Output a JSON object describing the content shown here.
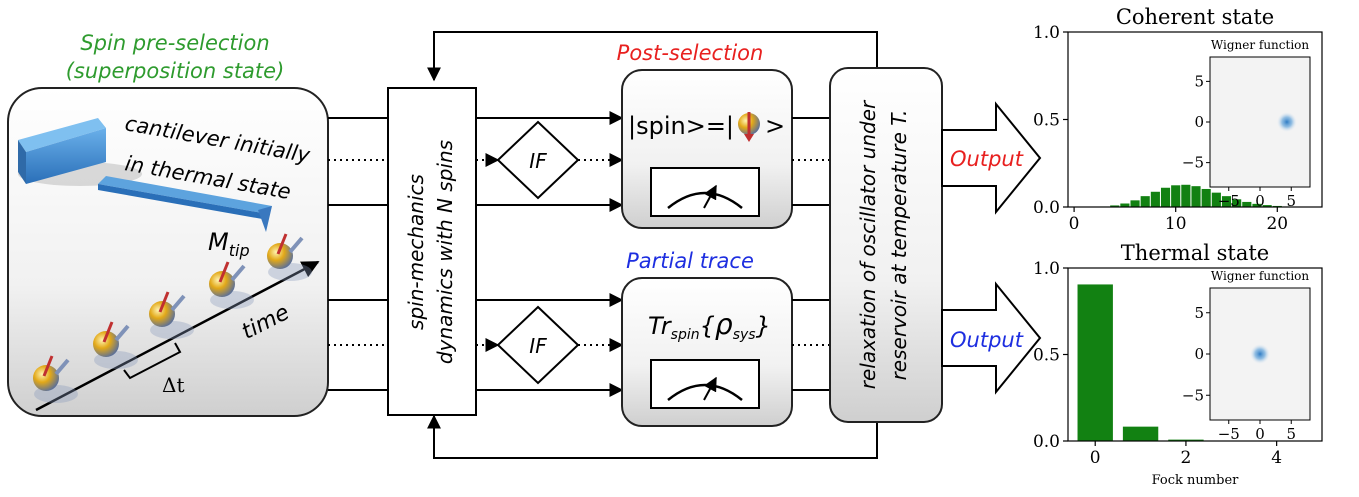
{
  "preselection": {
    "label_line1": "Spin pre-selection",
    "label_line2": "(superposition state)",
    "color": "#2e9b2e"
  },
  "cantilever_box": {
    "text_line1": "cantilever initially",
    "text_line2": "in thermal state",
    "tip_label_main": "M",
    "tip_label_sub": "tip",
    "time_label": "time",
    "dt_label": "Δt"
  },
  "dynamics_box": {
    "line1": "spin-mechanics",
    "line2": "dynamics with N spins"
  },
  "if_label": "IF",
  "post_selection": {
    "title": "Post-selection",
    "title_color": "#e8201f",
    "ket_left": "|spin>=|",
    "ket_right": ">"
  },
  "partial_trace": {
    "title": "Partial trace",
    "title_color": "#1d2ee0",
    "tr_main": "Tr",
    "tr_sub": "spin",
    "tr_brace_open": "{",
    "tr_rho": "ρ",
    "tr_rho_sub": "sys",
    "tr_brace_close": "}"
  },
  "relaxation_box": {
    "line1": "relaxation of oscillator under",
    "line2": "reservoir at temperature",
    "line2_var": "T."
  },
  "outputs": {
    "top_label": "Output",
    "top_color": "#e8201f",
    "bottom_label": "Output",
    "bottom_color": "#1d2ee0"
  },
  "chart_data": [
    {
      "type": "bar",
      "title": "Coherent state",
      "x": [
        0,
        1,
        2,
        3,
        4,
        5,
        6,
        7,
        8,
        9,
        10,
        11,
        12,
        13,
        14,
        15,
        16,
        17,
        18,
        19,
        20,
        21,
        22
      ],
      "values": [
        0.0,
        0.0,
        0.001,
        0.003,
        0.009,
        0.02,
        0.038,
        0.062,
        0.087,
        0.11,
        0.124,
        0.127,
        0.119,
        0.103,
        0.082,
        0.062,
        0.044,
        0.029,
        0.018,
        0.011,
        0.006,
        0.003,
        0.002
      ],
      "xticks": [
        0,
        10,
        20
      ],
      "yticks": [
        0.0,
        0.5,
        1.0
      ],
      "ytick_labels": [
        "0.0",
        "0.5",
        "1.0"
      ],
      "xlim": [
        -0.6,
        24.4
      ],
      "ylim": [
        0,
        1.0
      ],
      "bar_color": "#128112",
      "inset": {
        "title": "Wigner function",
        "ticks": [
          -5,
          0,
          5
        ],
        "yticks_labels": [
          "5",
          "0",
          "−5"
        ],
        "xticks_labels": [
          "−5",
          "0",
          "5"
        ],
        "range": [
          -8,
          8
        ],
        "center": [
          4.3,
          0
        ],
        "blob_color": "#4a90d0"
      }
    },
    {
      "type": "bar",
      "title": "Thermal state",
      "x": [
        0,
        1,
        2
      ],
      "values": [
        0.905,
        0.083,
        0.008
      ],
      "xticks": [
        0,
        2,
        4
      ],
      "yticks": [
        0.0,
        0.5,
        1.0
      ],
      "ytick_labels": [
        "0.0",
        "0.5",
        "1.0"
      ],
      "xlim": [
        -0.6,
        5.0
      ],
      "ylim": [
        0,
        1.0
      ],
      "xlabel": "Fock number",
      "bar_color": "#128112",
      "inset": {
        "title": "Wigner function",
        "yticks_labels": [
          "5",
          "0",
          "−5"
        ],
        "xticks_labels": [
          "−5",
          "0",
          "5"
        ],
        "range": [
          -8,
          8
        ],
        "center": [
          0,
          0
        ],
        "blob_color": "#4a90d0"
      }
    }
  ]
}
